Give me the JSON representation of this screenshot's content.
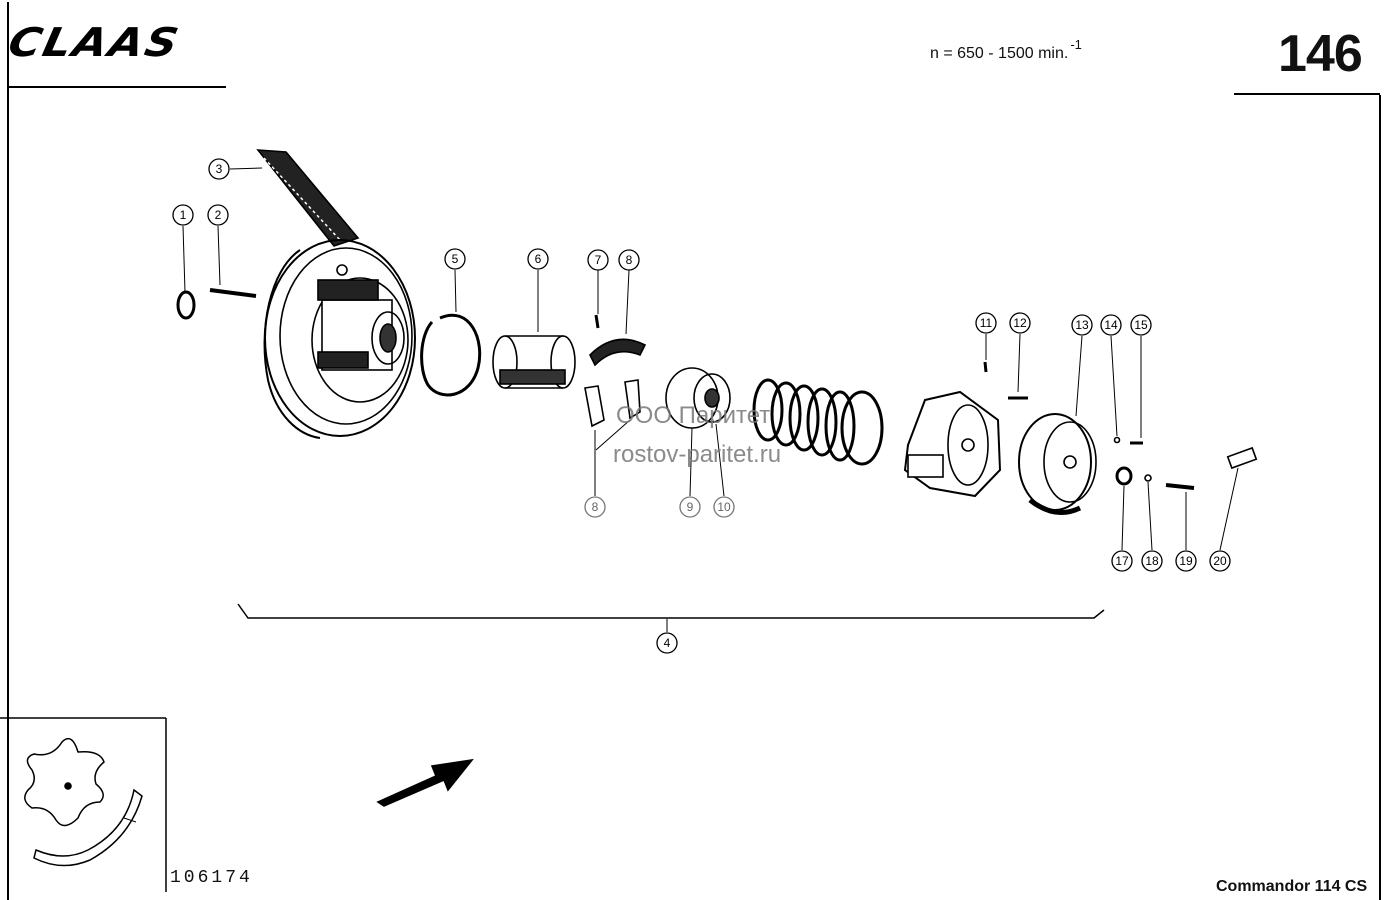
{
  "header": {
    "brand_logo": "CLAAS",
    "speed_text": "n = 650 - 1500 min.",
    "speed_exponent": "-1",
    "page_number": "146"
  },
  "footer": {
    "drawing_number": "106174",
    "model_name": "Commandor 114 CS"
  },
  "watermark": {
    "line1": "ООО Паритет",
    "line2": "rostov-paritet.ru"
  },
  "callouts": [
    "1",
    "2",
    "3",
    "4",
    "5",
    "6",
    "7",
    "8",
    "8",
    "9",
    "10",
    "11",
    "12",
    "13",
    "14",
    "15",
    "17",
    "18",
    "19",
    "20"
  ],
  "colors": {
    "ink": "#000000",
    "paper": "#ffffff",
    "watermark": "#777777"
  }
}
